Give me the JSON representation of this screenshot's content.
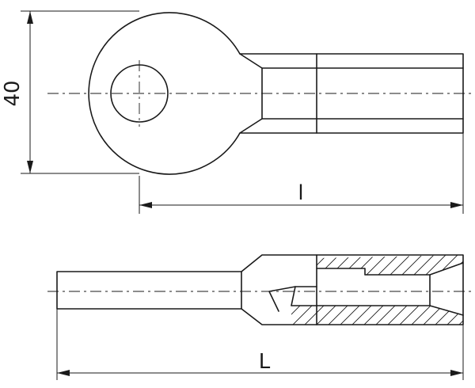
{
  "drawing": {
    "top_view": {
      "height_dimension_label": "40",
      "length_dimension_label": "l"
    },
    "side_view": {
      "length_dimension_label": "L"
    }
  }
}
